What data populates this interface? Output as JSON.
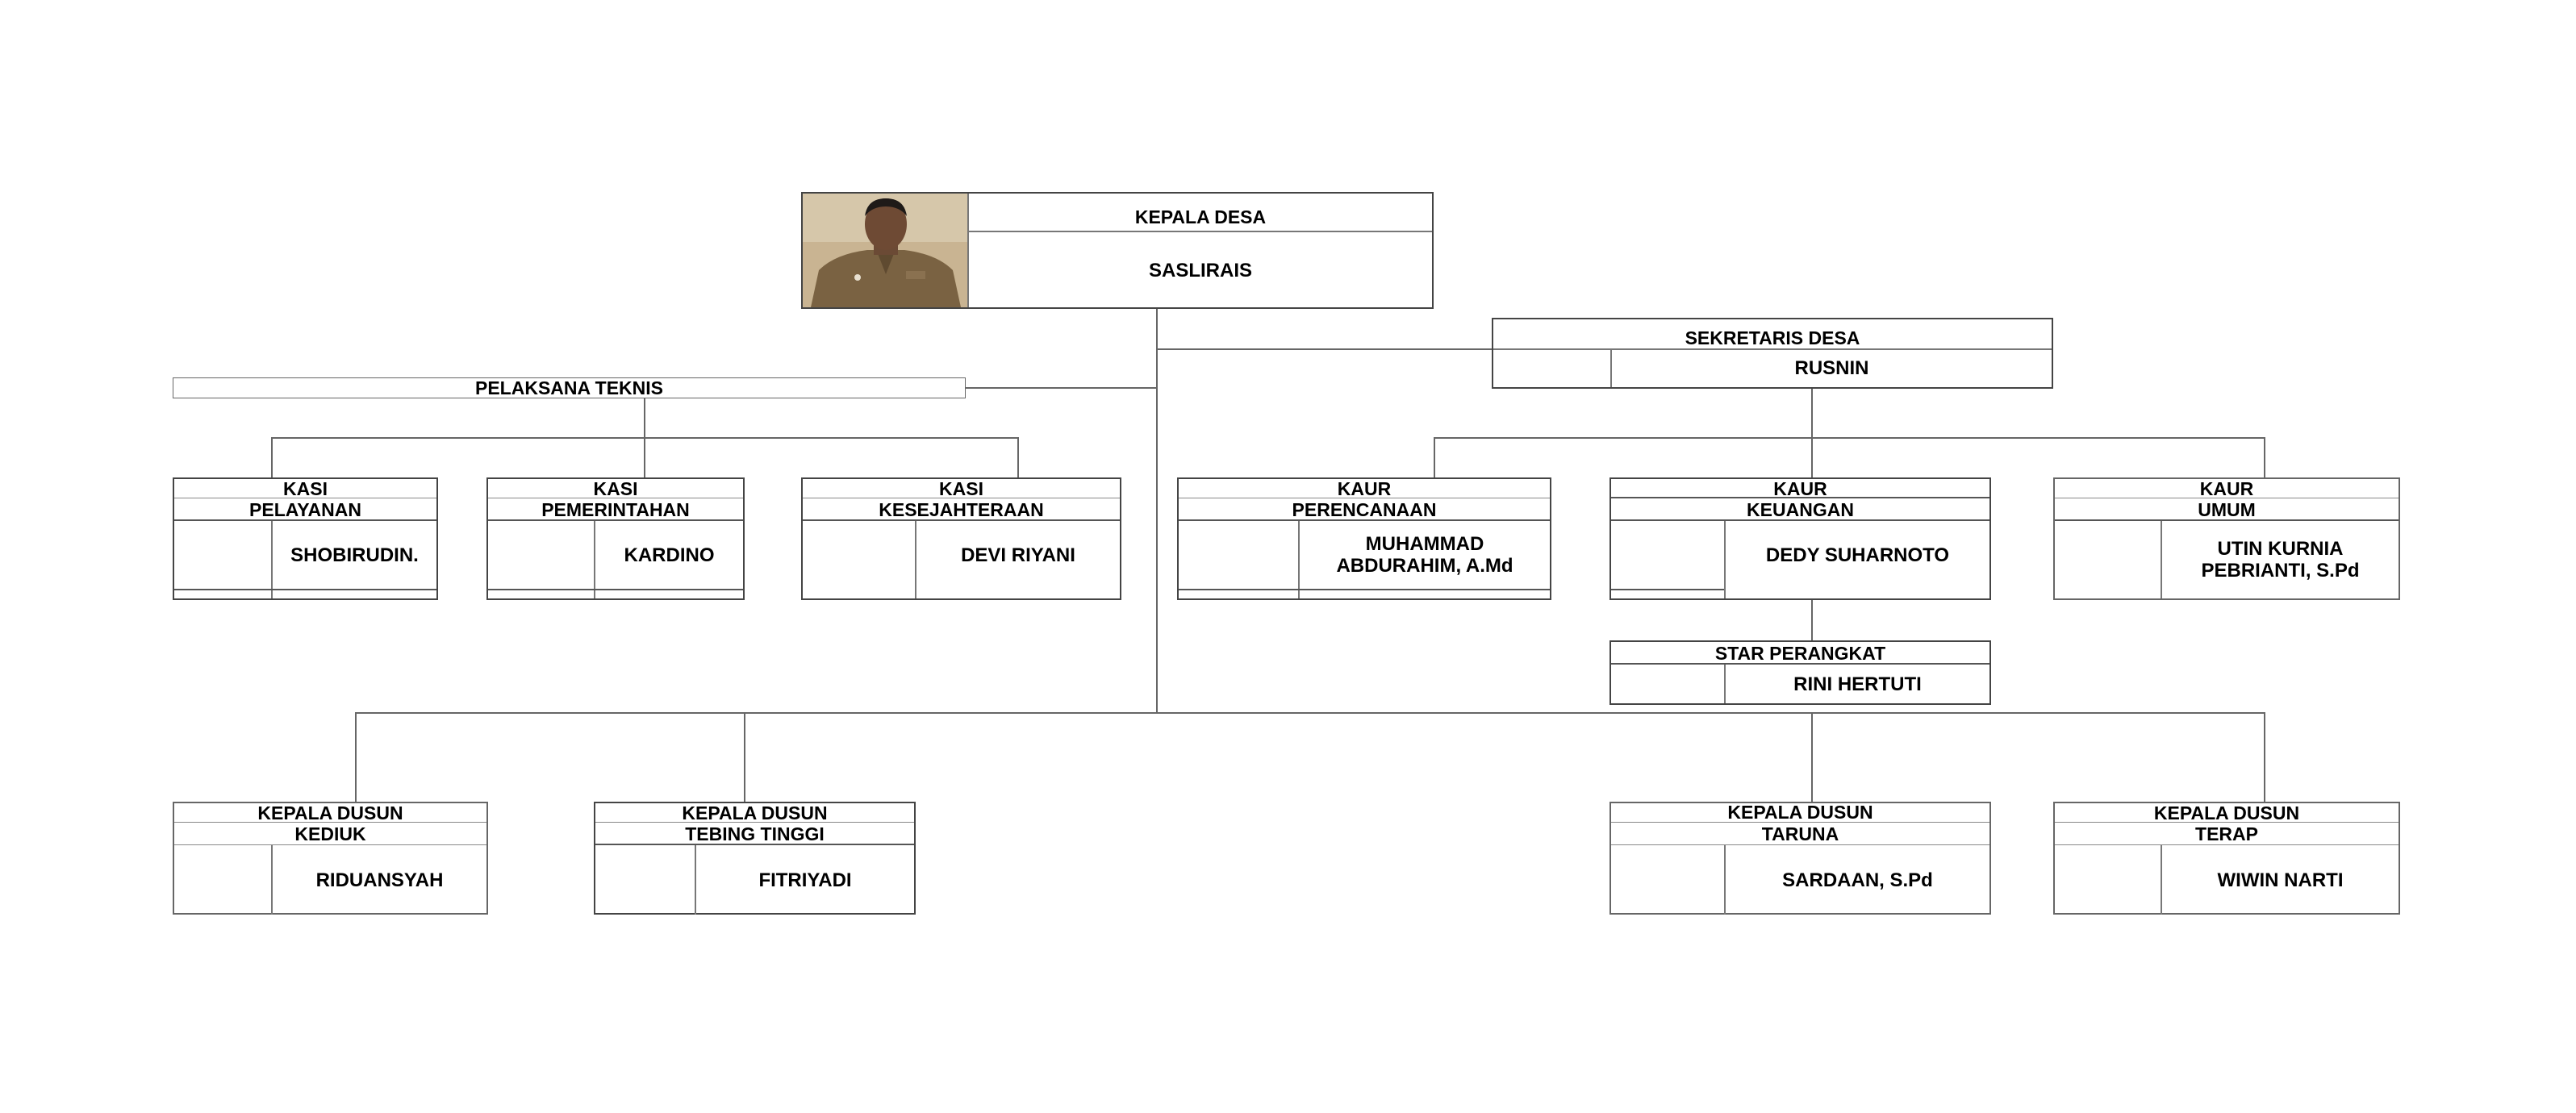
{
  "head": {
    "title": "KEPALA DESA",
    "name": "SASLIRAIS"
  },
  "secretary": {
    "title": "SEKRETARIS DESA",
    "name": "RUSNIN"
  },
  "technical": {
    "title": "PELAKSANA TEKNIS"
  },
  "kasi": [
    {
      "line1": "KASI",
      "line2": "PELAYANAN",
      "name": "SHOBIRUDIN."
    },
    {
      "line1": "KASI",
      "line2": "PEMERINTAHAN",
      "name": "KARDINO"
    },
    {
      "line1": "KASI",
      "line2": "KESEJAHTERAAN",
      "name": "DEVI RIYANI"
    }
  ],
  "kaur": [
    {
      "line1": "KAUR",
      "line2": "PERENCANAAN",
      "name": "MUHAMMAD\nABDURAHIM, A.Md"
    },
    {
      "line1": "KAUR",
      "line2": "KEUANGAN",
      "name": "DEDY SUHARNOTO"
    },
    {
      "line1": "KAUR",
      "line2": "UMUM",
      "name": "UTIN KURNIA\nPEBRIANTI, S.Pd"
    }
  ],
  "staff": {
    "title": "STAR PERANGKAT",
    "name": "RINI HERTUTI"
  },
  "dusun": [
    {
      "line1": "KEPALA DUSUN",
      "line2": "KEDIUK",
      "name": "RIDUANSYAH"
    },
    {
      "line1": "KEPALA DUSUN",
      "line2": "TEBING TINGGI",
      "name": "FITRIYADI"
    },
    {
      "line1": "KEPALA DUSUN",
      "line2": "TARUNA",
      "name": "SARDAAN, S.Pd"
    },
    {
      "line1": "KEPALA DUSUN",
      "line2": "TERAP",
      "name": "WIWIN NARTI"
    }
  ]
}
